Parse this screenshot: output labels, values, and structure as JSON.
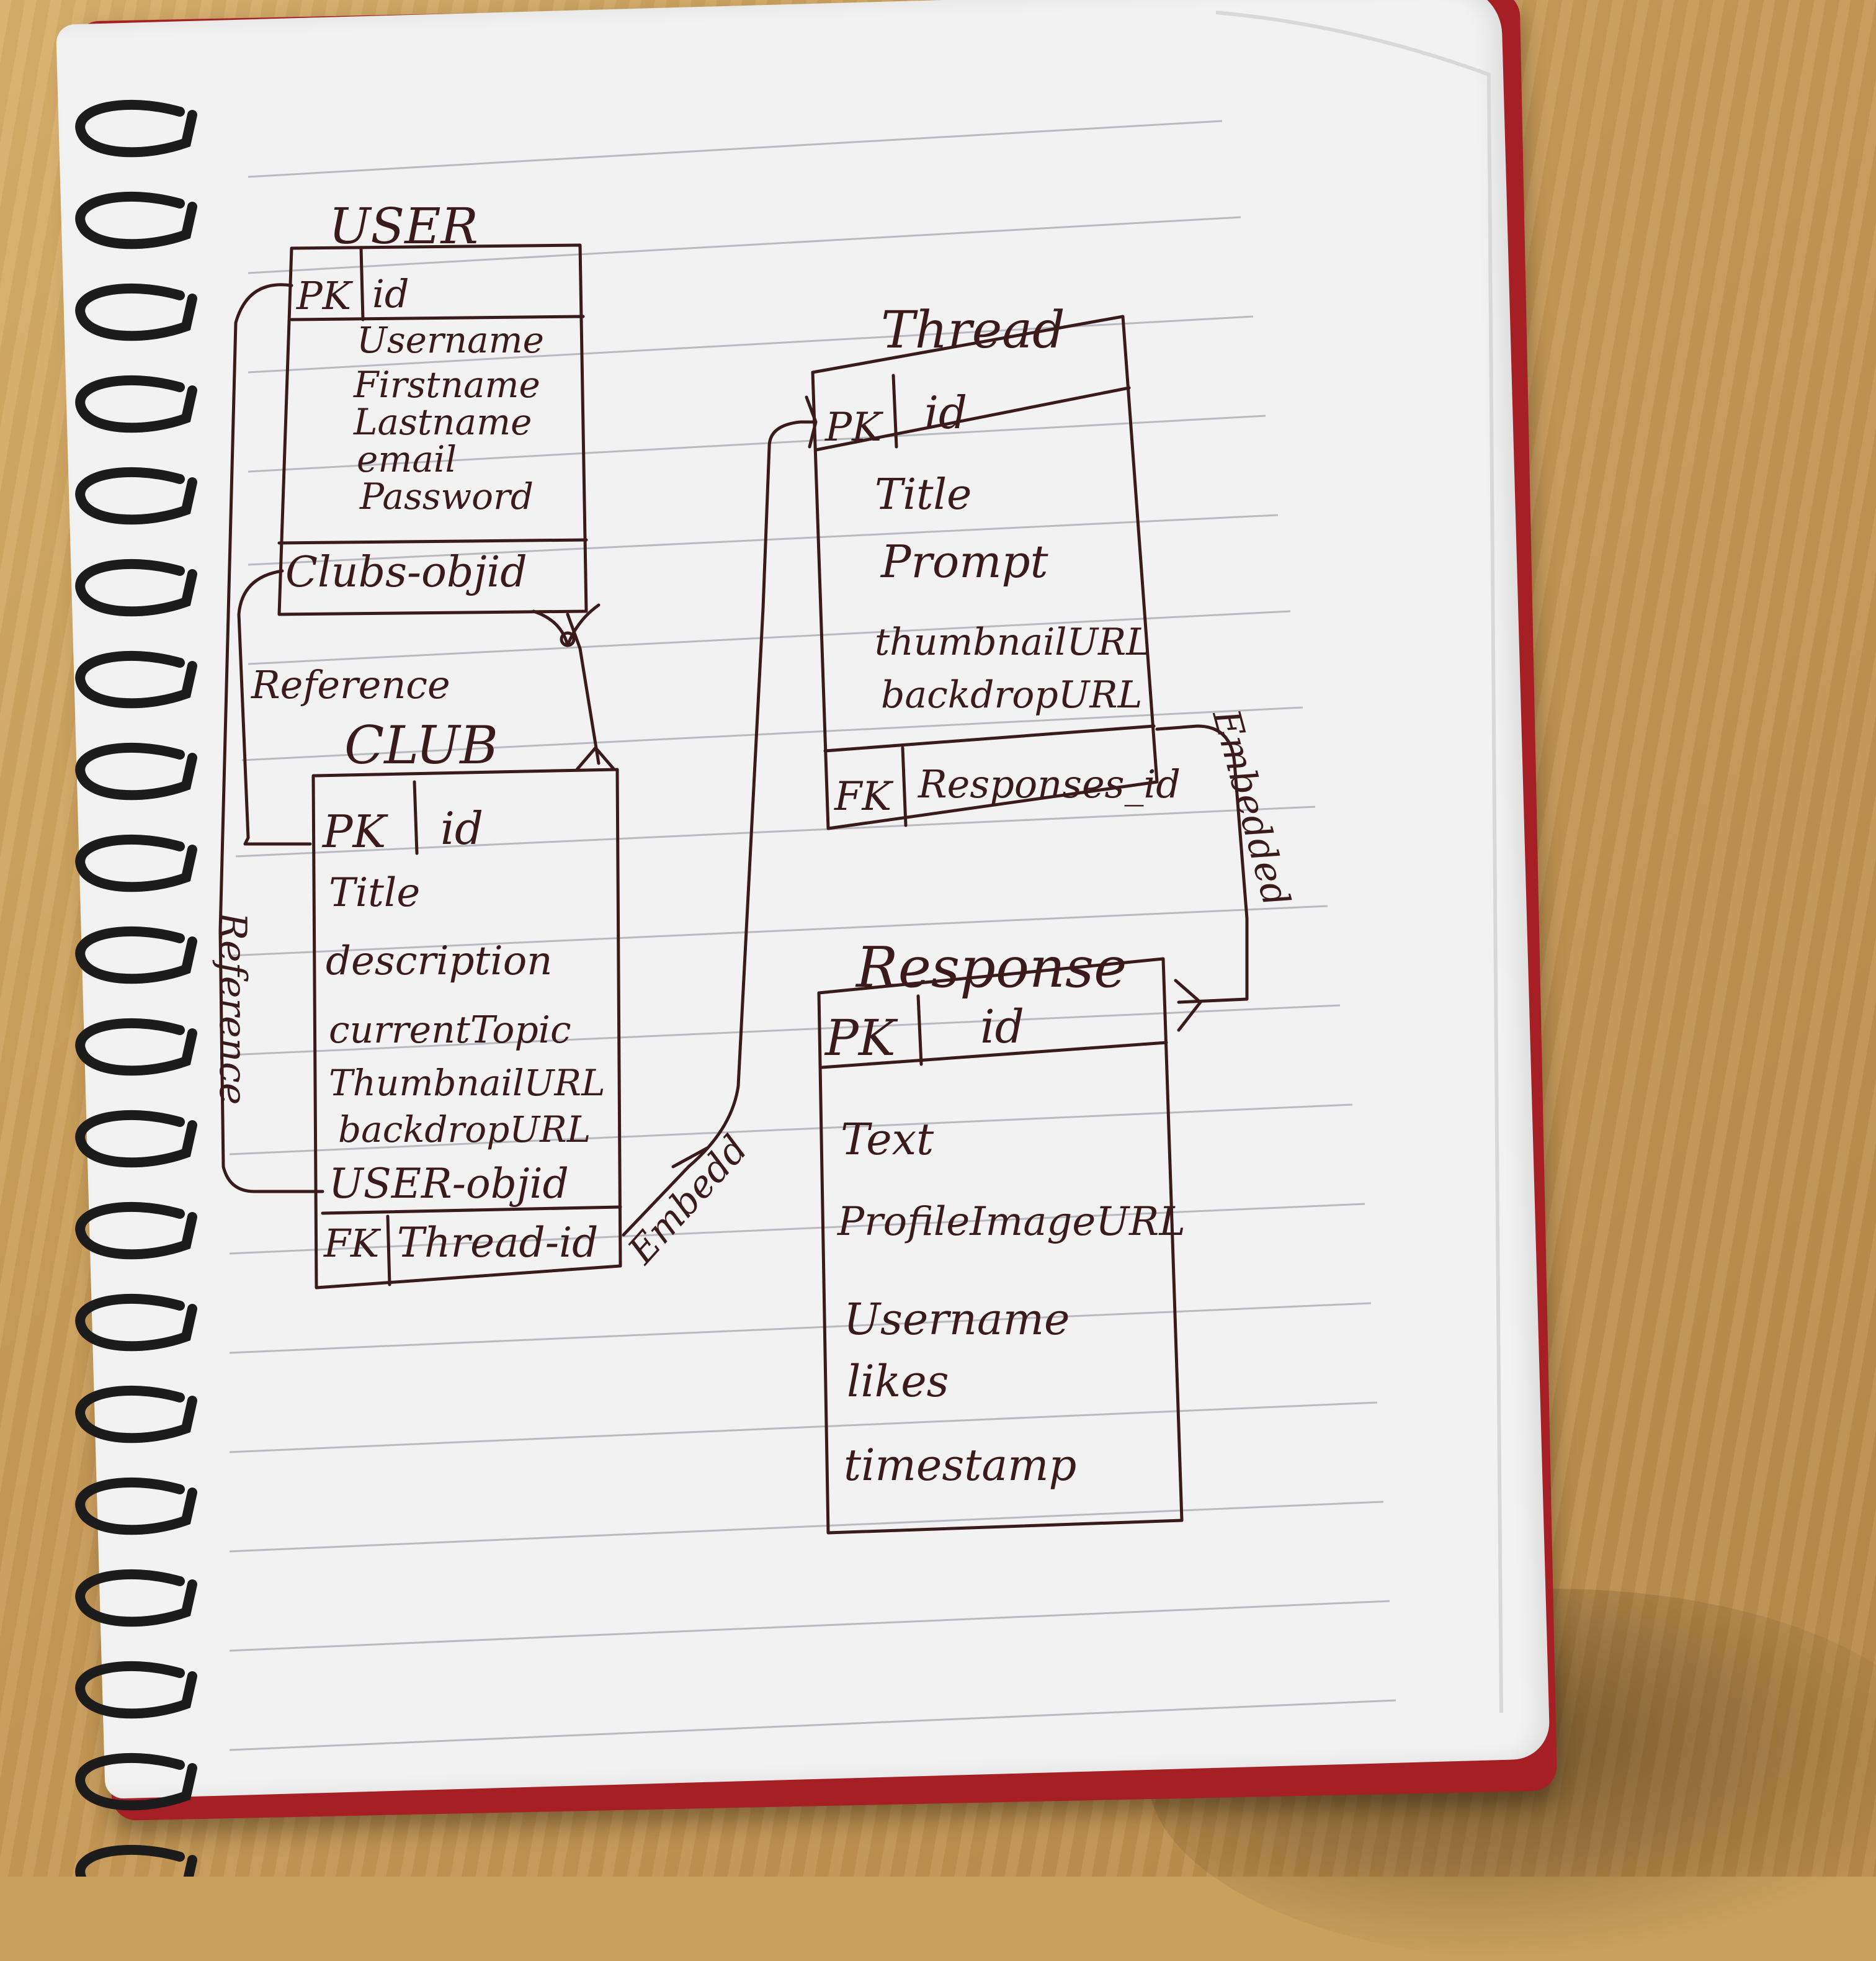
{
  "diagram": {
    "entities": {
      "user": {
        "title": "USER",
        "pk_label": "PK",
        "pk_field": "id",
        "fields": [
          "Username",
          "Firstname",
          "Lastname",
          "email",
          "Password"
        ],
        "ref_field": "Clubs-objid"
      },
      "club": {
        "title": "CLUB",
        "pk_label": "PK",
        "pk_field": "id",
        "fields": [
          "Title",
          "description",
          "currentTopic",
          "ThumbnailURL",
          "backdropURL",
          "USER-objid"
        ],
        "fk_label": "FK",
        "fk_field": "Thread-id"
      },
      "thread": {
        "title": "Thread",
        "pk_label": "PK",
        "pk_field": "id",
        "fields": [
          "Title",
          "Prompt",
          "thumbnailURL",
          "backdropURL"
        ],
        "fk_label": "FK",
        "fk_field": "Responses_id"
      },
      "response": {
        "title": "Response",
        "pk_label": "PK",
        "pk_field": "id",
        "fields": [
          "Text",
          "ProfileImageURL",
          "Username",
          "likes",
          "timestamp"
        ]
      }
    },
    "relations": {
      "user_club_reference": "Reference",
      "club_user_reference": "Reference",
      "club_thread_embed": "Embedd",
      "thread_response_embed": "Embedded"
    }
  }
}
